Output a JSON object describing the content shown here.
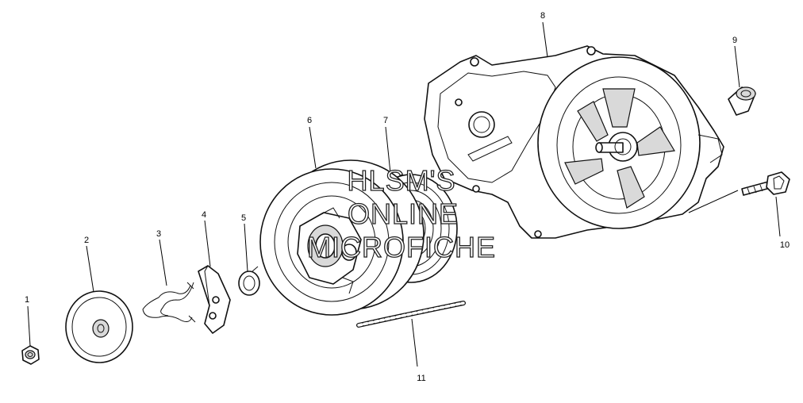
{
  "watermark": {
    "line1": "HLSM'S",
    "line2": "ONLINE",
    "line3": "MICROFICHE"
  },
  "callouts": [
    {
      "id": "1",
      "label": "1"
    },
    {
      "id": "2",
      "label": "2"
    },
    {
      "id": "3",
      "label": "3"
    },
    {
      "id": "4",
      "label": "4"
    },
    {
      "id": "5",
      "label": "5"
    },
    {
      "id": "6",
      "label": "6"
    },
    {
      "id": "7",
      "label": "7"
    },
    {
      "id": "8",
      "label": "8"
    },
    {
      "id": "9",
      "label": "9"
    },
    {
      "id": "10",
      "label": "10"
    },
    {
      "id": "11",
      "label": "11"
    }
  ]
}
